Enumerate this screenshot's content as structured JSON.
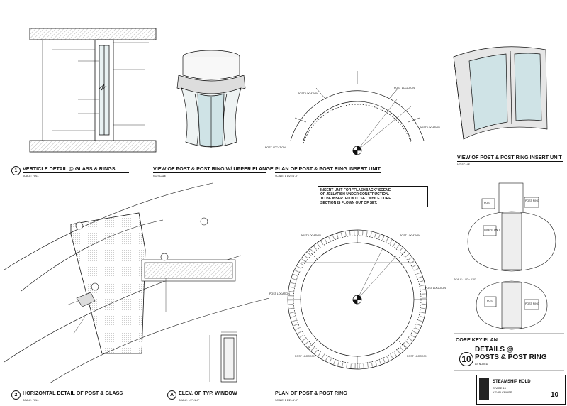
{
  "views": {
    "v1": {
      "number": "1",
      "title": "VERTICLE DETAIL @ GLASS & RINGS",
      "scale": "SCALE: FULL"
    },
    "v_flange": {
      "title": "VIEW OF POST & POST RING W/ UPPER FLANGE",
      "scale": "NO SCALE"
    },
    "v_insert_plan": {
      "title": "PLAN OF POST & POST RING INSERT UNIT",
      "scale": "SCALE: 1 1/2\"=1'-0\""
    },
    "v_insert_view": {
      "title": "VIEW OF POST & POST RING INSERT UNIT",
      "scale": "NO SCALE"
    },
    "v2": {
      "number": "2",
      "title": "HORIZONTAL DETAIL OF POST & GLASS",
      "scale": "SCALE: FULL"
    },
    "vA": {
      "number": "A",
      "title": "ELEV. OF TYP. WINDOW",
      "scale": "SCALE: 1/2\"=1'-0\""
    },
    "v_ring_plan": {
      "title": "PLAN OF POST & POST RING",
      "scale": "SCALE: 1 1/2\"=1'-0\""
    },
    "v_core": {
      "title": "CORE KEY PLAN"
    }
  },
  "note_lines": [
    "INSERT UNIT FOR \"FLASHBACK\" SCENE",
    "OF JELLYFISH UNDER CONSTRUCTION.",
    "TO BE INSERTED INTO SET WHILE CORE",
    "SECTION IS FLOWN OUT OF SET."
  ],
  "labels": {
    "post_location": "POST LOCATION",
    "post_ring": "POST RING",
    "post": "POST",
    "insert_unit": "INSERT UNIT",
    "scale_core": "SCALE: 1/4\" = 1'-0\""
  },
  "sheet": {
    "number": "10",
    "title_line1": "DETAILS @",
    "title_line2": "POSTS & POST RING",
    "as_noted": "AS NOTED"
  },
  "title_block": {
    "project": "STEAMSHIP HOLD",
    "stage": "STAGE 15",
    "designer": "KEVIN CROSS",
    "sheet_no": "10"
  },
  "colors": {
    "line": "#111111",
    "glass": "#cfe3e6",
    "hatch": "#9a9a9a",
    "fill_light": "#eeeeee"
  }
}
